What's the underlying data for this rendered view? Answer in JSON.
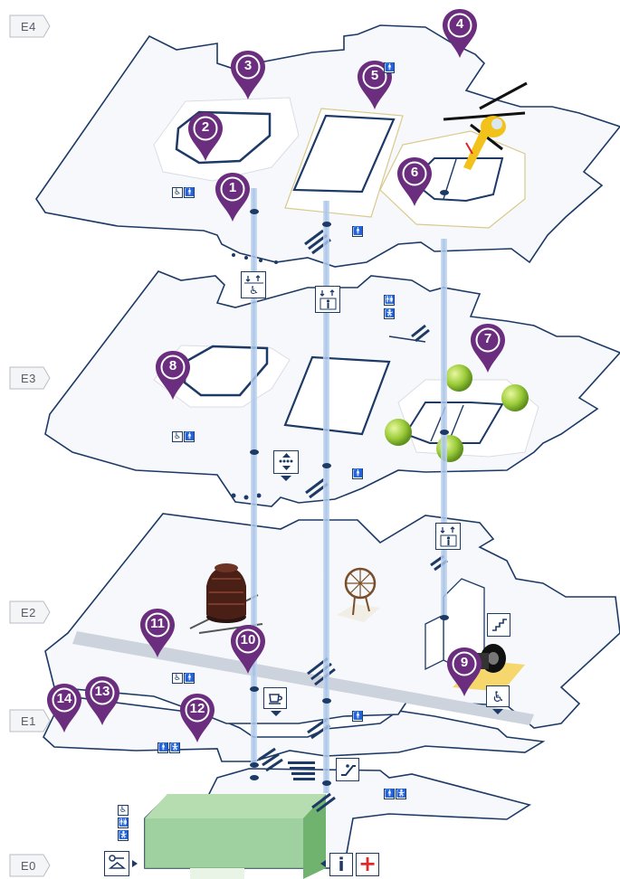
{
  "floors": [
    {
      "id": "E4",
      "label": "E4"
    },
    {
      "id": "E3",
      "label": "E3"
    },
    {
      "id": "E2",
      "label": "E2"
    },
    {
      "id": "E1",
      "label": "E1"
    },
    {
      "id": "E0",
      "label": "E0"
    }
  ],
  "markers": [
    {
      "num": "1"
    },
    {
      "num": "2"
    },
    {
      "num": "3"
    },
    {
      "num": "4"
    },
    {
      "num": "5"
    },
    {
      "num": "6"
    },
    {
      "num": "7"
    },
    {
      "num": "8"
    },
    {
      "num": "9"
    },
    {
      "num": "10"
    },
    {
      "num": "11"
    },
    {
      "num": "12"
    },
    {
      "num": "13"
    },
    {
      "num": "14"
    }
  ],
  "icons": {
    "info": "i",
    "first_aid": "+",
    "marker_color": "#6b2d7e",
    "floor_outline_color": "#1d3a66",
    "elevator_shaft_color": "#a9c4e6",
    "entrance_green": "#8fc98f"
  }
}
